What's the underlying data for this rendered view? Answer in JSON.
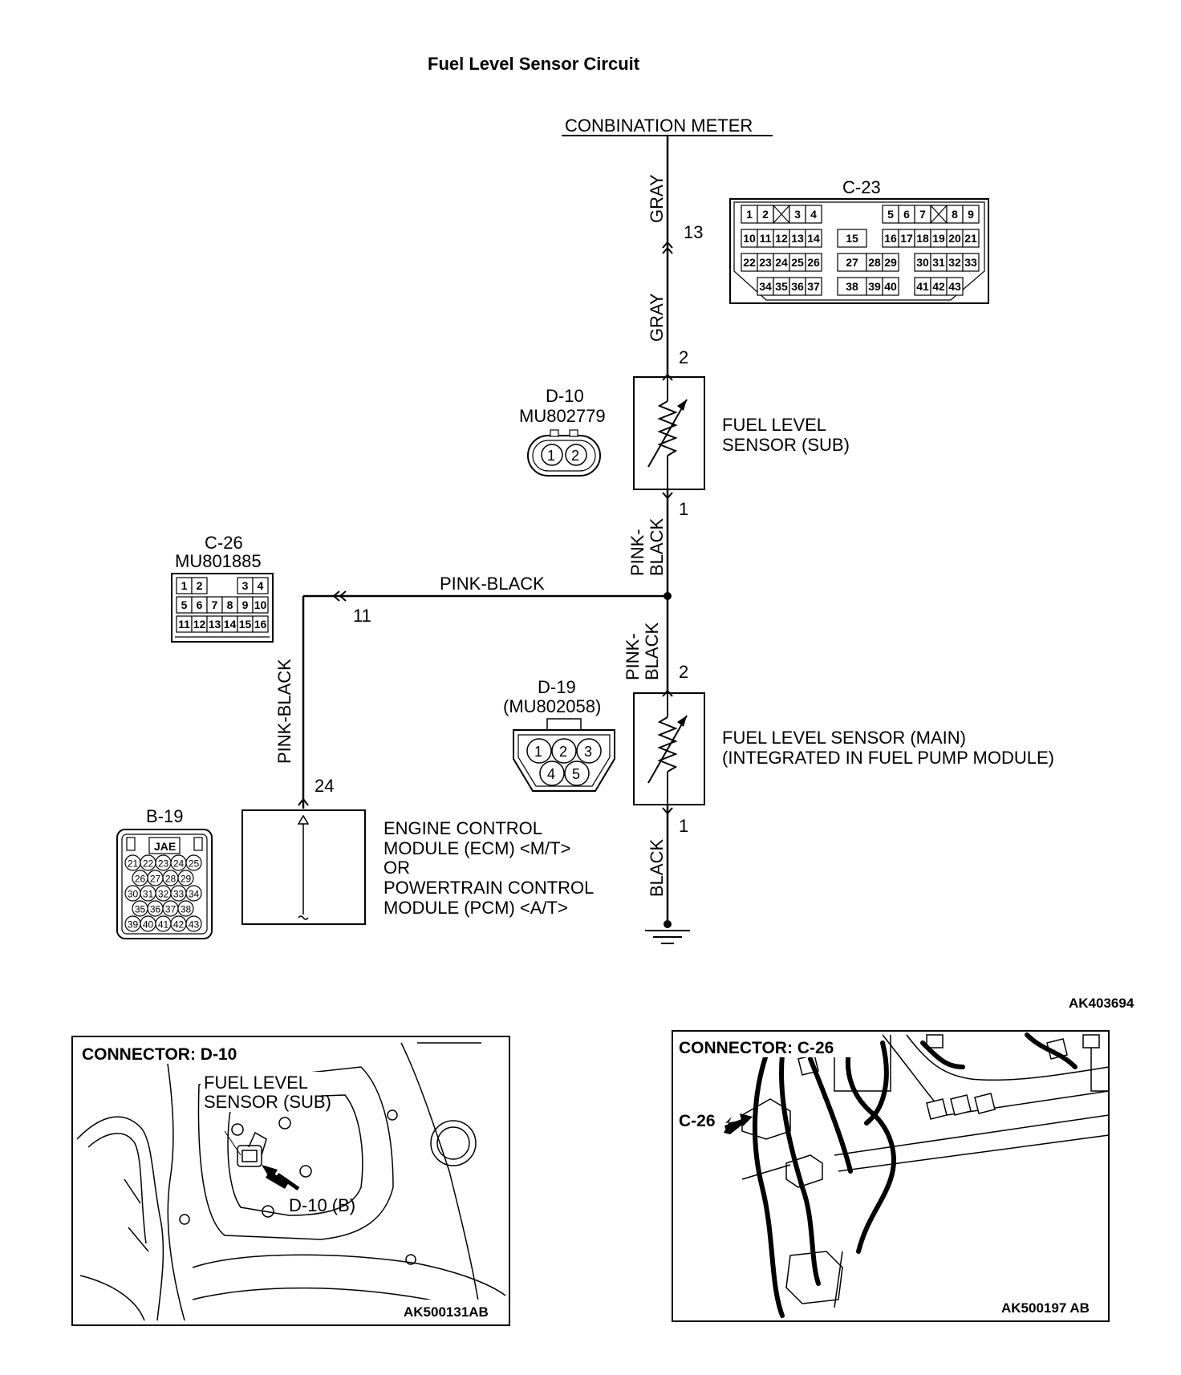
{
  "title": "Fuel Level Sensor Circuit",
  "doc_code": "AK403694",
  "combination_meter": {
    "label": "CONBINATION METER"
  },
  "wires": {
    "gray_upper": "GRAY",
    "gray_lower": "GRAY",
    "pink_black_v1": "PINK-\nBLACK",
    "pink_black_v1_l1": "PINK-",
    "pink_black_v1_l2": "BLACK",
    "pink_black_v2_l1": "PINK-",
    "pink_black_v2_l2": "BLACK",
    "pink_black_h": "PINK-BLACK",
    "pink_black_left": "PINK-BLACK",
    "black": "BLACK"
  },
  "pins": {
    "p13": "13",
    "p2_sub": "2",
    "p1_sub": "1",
    "p11": "11",
    "p2_main": "2",
    "p1_main": "1",
    "p24": "24"
  },
  "components": {
    "sensor_sub": {
      "line1": "FUEL LEVEL",
      "line2": "SENSOR (SUB)"
    },
    "sensor_main": {
      "line1": "FUEL LEVEL SENSOR (MAIN)",
      "line2": "(INTEGRATED IN FUEL PUMP MODULE)"
    },
    "ecm": {
      "line1": "ENGINE CONTROL",
      "line2": "MODULE (ECM) <M/T>",
      "line3": "OR",
      "line4": "POWERTRAIN CONTROL",
      "line5": "MODULE (PCM) <A/T>"
    }
  },
  "connectors": {
    "c23": {
      "id": "C-23"
    },
    "c26": {
      "id": "C-26",
      "part": "MU801885"
    },
    "d10": {
      "id": "D-10",
      "part": "MU802779",
      "pins": [
        "1",
        "2"
      ]
    },
    "d19": {
      "id": "D-19",
      "part": "(MU802058)",
      "pins": [
        "1",
        "2",
        "3",
        "4",
        "5"
      ]
    },
    "b19": {
      "id": "B-19",
      "brand": "JAE"
    }
  },
  "connector_c23_pins": {
    "row1": [
      "1",
      "2",
      "3",
      "4",
      "5",
      "6",
      "7",
      "8",
      "9"
    ],
    "row2": [
      "10",
      "11",
      "12",
      "13",
      "14",
      "15",
      "16",
      "17",
      "18",
      "19",
      "20",
      "21"
    ],
    "row3": [
      "22",
      "23",
      "24",
      "25",
      "26",
      "27",
      "28",
      "29",
      "30",
      "31",
      "32",
      "33"
    ],
    "row4": [
      "34",
      "35",
      "36",
      "37",
      "38",
      "39",
      "40",
      "41",
      "42",
      "43"
    ]
  },
  "connector_c26_pins": {
    "row1": [
      "1",
      "2",
      "3",
      "4"
    ],
    "row2": [
      "5",
      "6",
      "7",
      "8",
      "9",
      "10"
    ],
    "row3": [
      "11",
      "12",
      "13",
      "14",
      "15",
      "16"
    ]
  },
  "connector_b19_pins": {
    "row1": [
      "21",
      "22",
      "23",
      "24",
      "25"
    ],
    "row2": [
      "26",
      "27",
      "28",
      "29"
    ],
    "row3": [
      "30",
      "31",
      "32",
      "33",
      "34"
    ],
    "row4": [
      "35",
      "36",
      "37",
      "38"
    ],
    "row5": [
      "39",
      "40",
      "41",
      "42",
      "43"
    ]
  },
  "photo_d10": {
    "heading": "CONNECTOR: D-10",
    "callout_l1": "FUEL LEVEL",
    "callout_l2": "SENSOR (SUB)",
    "arrow_label": "D-10 (B)",
    "code": "AK500131AB"
  },
  "photo_c26": {
    "heading": "CONNECTOR: C-26",
    "arrow_label": "C-26",
    "code": "AK500197 AB"
  }
}
